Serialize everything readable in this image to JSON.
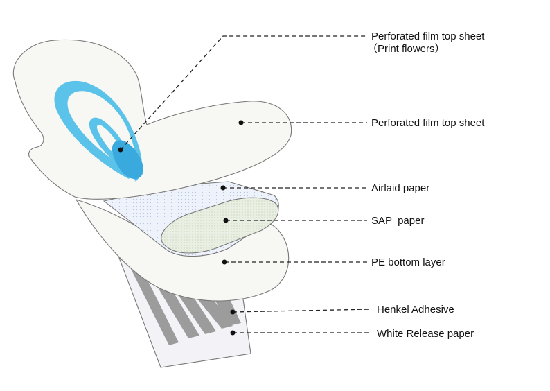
{
  "colors": {
    "background": "#ffffff",
    "sheet_fill": "#f7f7f3",
    "outline": "#777777",
    "flower_blue": "#5bc2ea",
    "flower_blue_dark": "#3aa9dd",
    "airlaid_fill": "#eef2fa",
    "sap_fill": "#e9efe2",
    "adhesive_gray": "#9c9c9c",
    "release_paper_fill": "#f3f3f7",
    "leader_line": "#222222",
    "text": "#111111"
  },
  "labels": {
    "topsheet_print": {
      "line1": "Perforated film top sheet",
      "line2": "（Print flowers）"
    },
    "topsheet": "Perforated film top sheet",
    "airlaid": "Airlaid paper",
    "sap": "SAP  paper",
    "pe_bottom": "PE bottom layer",
    "adhesive": "Henkel Adhesive",
    "release_paper": "White Release paper"
  }
}
